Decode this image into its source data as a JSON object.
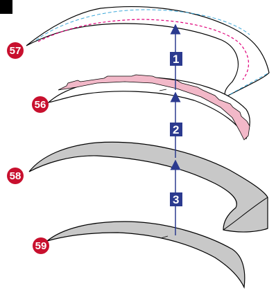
{
  "corner_tab": "",
  "colors": {
    "outline": "#000000",
    "step_box": "#2b3a8f",
    "callout": "#c8102e",
    "arrow": "#2b3a8f",
    "pink_pads": "#f2b8c8",
    "magenta_dash": "#e0007a",
    "cyan_dash": "#3aa7d9",
    "grey_fill": "#c8c8c8"
  },
  "callouts": [
    {
      "id": "57",
      "label": "57"
    },
    {
      "id": "56",
      "label": "56"
    },
    {
      "id": "58",
      "label": "58"
    },
    {
      "id": "59",
      "label": "59"
    }
  ],
  "steps": [
    {
      "id": "1",
      "label": "1"
    },
    {
      "id": "2",
      "label": "2"
    },
    {
      "id": "3",
      "label": "3"
    }
  ]
}
